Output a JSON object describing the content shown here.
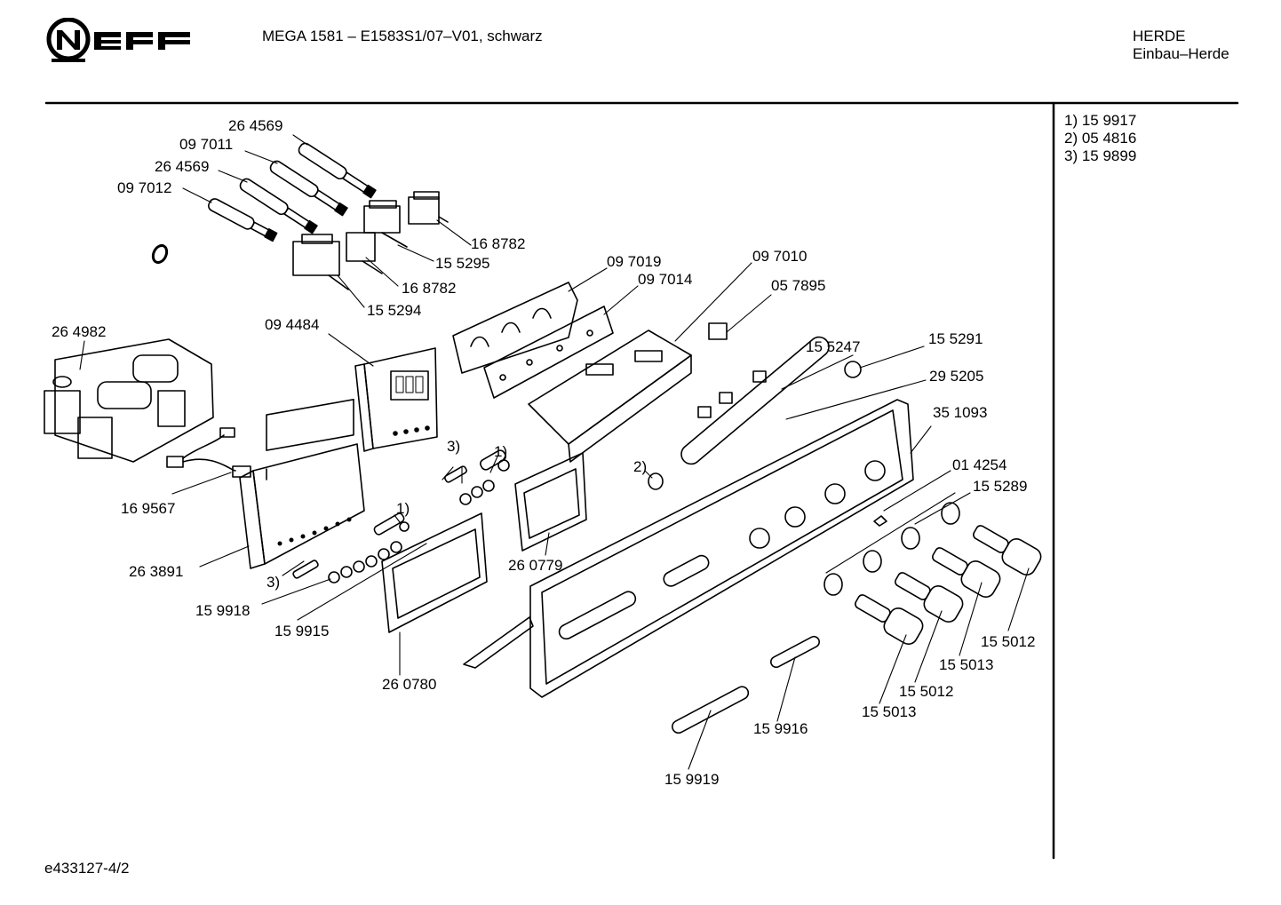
{
  "header": {
    "brand": "NEFF",
    "model": "MEGA 1581 – E1583S1/07–V01, schwarz",
    "category": "HERDE",
    "subcategory": "Einbau–Herde"
  },
  "notes": [
    "1)  15 9917",
    "2)  05 4816",
    "3)  15 9899"
  ],
  "footer": {
    "doc_id": "e433127-4/2"
  },
  "parts": [
    {
      "id": "p_264569a",
      "label": "26 4569"
    },
    {
      "id": "p_097011",
      "label": "09 7011"
    },
    {
      "id": "p_264569b",
      "label": "26 4569"
    },
    {
      "id": "p_097012",
      "label": "09 7012"
    },
    {
      "id": "p_168782a",
      "label": "16 8782"
    },
    {
      "id": "p_155295",
      "label": "15 5295"
    },
    {
      "id": "p_168782b",
      "label": "16 8782"
    },
    {
      "id": "p_155294",
      "label": "15 5294"
    },
    {
      "id": "p_097019",
      "label": "09 7019"
    },
    {
      "id": "p_097014",
      "label": "09 7014"
    },
    {
      "id": "p_097010",
      "label": "09 7010"
    },
    {
      "id": "p_057895",
      "label": "05 7895"
    },
    {
      "id": "p_264982",
      "label": "26 4982"
    },
    {
      "id": "p_094484",
      "label": "09 4484"
    },
    {
      "id": "p_155247",
      "label": "15 5247"
    },
    {
      "id": "p_155291",
      "label": "15 5291"
    },
    {
      "id": "p_295205",
      "label": "29 5205"
    },
    {
      "id": "p_351093",
      "label": "35 1093"
    },
    {
      "id": "p_014254",
      "label": "01 4254"
    },
    {
      "id": "p_155289",
      "label": "15 5289"
    },
    {
      "id": "p_169567",
      "label": "16 9567"
    },
    {
      "id": "p_263891",
      "label": "26 3891"
    },
    {
      "id": "p_159918",
      "label": "15 9918"
    },
    {
      "id": "p_159915",
      "label": "15 9915"
    },
    {
      "id": "p_260779",
      "label": "26 0779"
    },
    {
      "id": "p_260780",
      "label": "26 0780"
    },
    {
      "id": "p_155012a",
      "label": "15 5012"
    },
    {
      "id": "p_155013a",
      "label": "15 5013"
    },
    {
      "id": "p_155012b",
      "label": "15 5012"
    },
    {
      "id": "p_155013b",
      "label": "15 5013"
    },
    {
      "id": "p_159916",
      "label": "15 9916"
    },
    {
      "id": "p_159919",
      "label": "15 9919"
    },
    {
      "id": "n_3a",
      "label": "3)"
    },
    {
      "id": "n_1a",
      "label": "1)"
    },
    {
      "id": "n_1b",
      "label": "1)"
    },
    {
      "id": "n_3b",
      "label": "3)"
    },
    {
      "id": "n_2",
      "label": "2)"
    }
  ]
}
